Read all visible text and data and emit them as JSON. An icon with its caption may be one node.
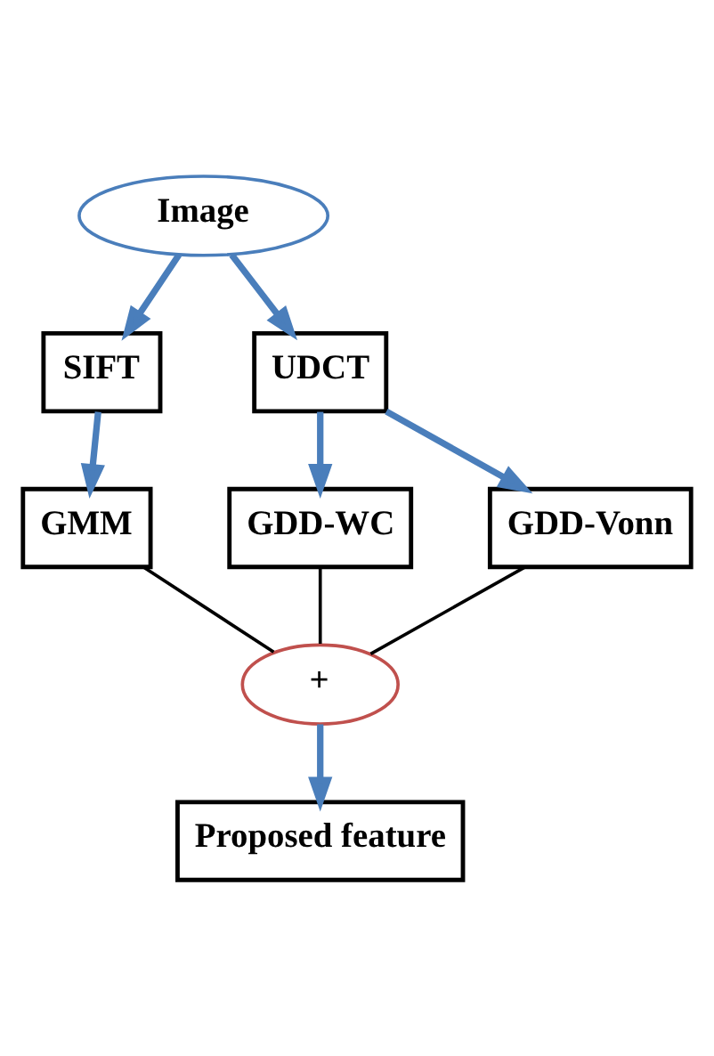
{
  "diagram": {
    "nodes": [
      {
        "text": [
          "Image"
        ]
      },
      {
        "text": [
          "SIFT"
        ]
      },
      {
        "text": [
          "UDCT"
        ]
      },
      {
        "text": [
          "GDD-WC"
        ]
      },
      {
        "text": [
          "GDD-Vonn"
        ]
      },
      {
        "text": [
          "GMM"
        ]
      },
      {
        "text": [
          "+"
        ]
      },
      {
        "text": [
          "Proposed feature"
        ]
      }
    ],
    "edges": [
      {
        "from": 0,
        "to": 1,
        "arrow": "to"
      },
      {
        "from": 0,
        "to": 2,
        "arrow": "to"
      },
      {
        "from": 2,
        "to": 3,
        "arrow": "to"
      },
      {
        "from": 2,
        "to": 4,
        "arrow": "to"
      },
      {
        "from": 1,
        "to": 5,
        "arrow": "to"
      },
      {
        "from": 5,
        "to": 6,
        "arrow": "none",
        "color": "#000000"
      },
      {
        "from": 3,
        "to": 6,
        "arrow": "none",
        "color": "#000000"
      },
      {
        "from": 4,
        "to": 6,
        "arrow": "none",
        "color": "#000000"
      },
      {
        "from": 6,
        "to": 7,
        "arrow": "to"
      }
    ]
  }
}
